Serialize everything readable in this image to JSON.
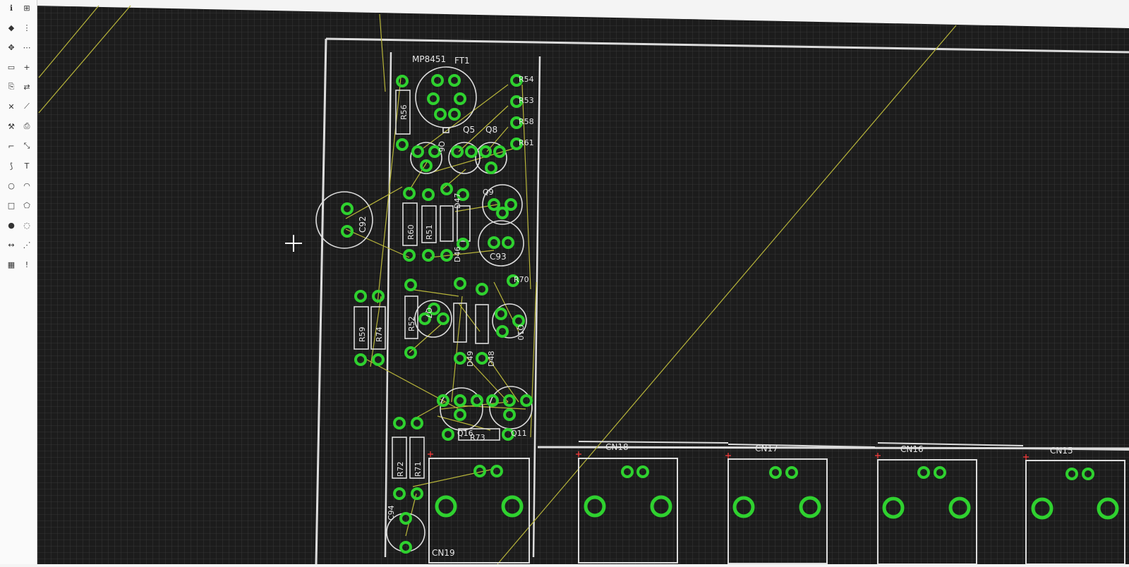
{
  "app": {
    "canvas_background": "#1e1e1e",
    "grid_color": "#3a3a3a",
    "silkscreen_color": "#dcdcdc",
    "pad_color": "#2fd12f",
    "ratsnest_color": "#b8b53a",
    "cursor_icon": "crosshair-icon"
  },
  "toolbar": {
    "tools": [
      {
        "name": "info-tool",
        "glyph": "ℹ"
      },
      {
        "name": "grid-tool",
        "glyph": "⊞"
      },
      {
        "name": "layer-tool",
        "glyph": "◆"
      },
      {
        "name": "ratsnest-tool",
        "glyph": "⋮"
      },
      {
        "name": "move-tool",
        "glyph": "✥"
      },
      {
        "name": "group-tool",
        "glyph": "⋯"
      },
      {
        "name": "select-rect-tool",
        "glyph": "▭"
      },
      {
        "name": "plus-tool",
        "glyph": "+"
      },
      {
        "name": "copy-tool",
        "glyph": "⎘"
      },
      {
        "name": "mirror-tool",
        "glyph": "⇄"
      },
      {
        "name": "delete-tool",
        "glyph": "✕"
      },
      {
        "name": "split-tool",
        "glyph": "⟋"
      },
      {
        "name": "change-tool",
        "glyph": "⚒"
      },
      {
        "name": "paste-tool",
        "glyph": "⎙"
      },
      {
        "name": "route-tool",
        "glyph": "⌐"
      },
      {
        "name": "ripup-tool",
        "glyph": "⤡"
      },
      {
        "name": "wire-tool",
        "glyph": "⟆"
      },
      {
        "name": "text-tool",
        "glyph": "T"
      },
      {
        "name": "circle-tool",
        "glyph": "○"
      },
      {
        "name": "arc-tool",
        "glyph": "◠"
      },
      {
        "name": "rect-tool",
        "glyph": "□"
      },
      {
        "name": "polygon-tool",
        "glyph": "⬠"
      },
      {
        "name": "via-tool",
        "glyph": "●"
      },
      {
        "name": "hole-tool",
        "glyph": "◌"
      },
      {
        "name": "dimension-tool",
        "glyph": "↔"
      },
      {
        "name": "ratsnest-calc-tool",
        "glyph": "⋰"
      },
      {
        "name": "autorouter-tool",
        "glyph": "▦"
      },
      {
        "name": "drc-tool",
        "glyph": "!"
      }
    ]
  },
  "components": {
    "labels": {
      "MP8451": "MP8451",
      "FT1": "FT1",
      "R56": "R56",
      "Q6": "Q6",
      "Q5": "Q5",
      "Q8": "Q8",
      "R54": "R54",
      "R53": "R53",
      "R58": "R58",
      "R61": "R61",
      "C92": "C92",
      "R60": "R60",
      "R51": "R51",
      "D47": "D47",
      "D46": "D46",
      "Q9": "Q9",
      "C93": "C93",
      "R70": "R70",
      "R52": "R52",
      "Q7": "Q7",
      "D49": "D49",
      "D48": "D48",
      "Q10": "Q10",
      "R59": "R59",
      "R74": "R74",
      "Q16": "Q16",
      "R73": "R73",
      "Q11": "Q11",
      "R72": "R72",
      "R71": "R71",
      "C94": "C94",
      "CN19": "CN19",
      "CN18": "CN18",
      "CN17": "CN17",
      "CN16": "CN16",
      "CN15": "CN15"
    }
  }
}
